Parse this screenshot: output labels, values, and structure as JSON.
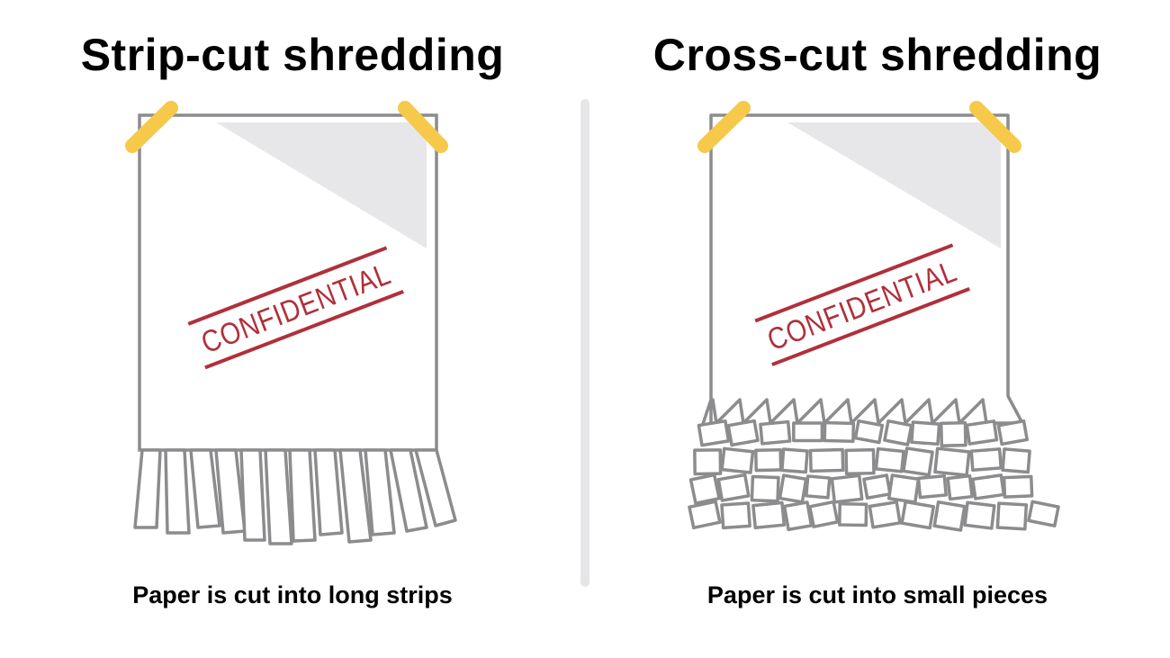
{
  "left": {
    "title": "Strip-cut shredding",
    "caption": "Paper is cut into long strips",
    "stamp": "CONFIDENTIAL"
  },
  "right": {
    "title": "Cross-cut shredding",
    "caption": "Paper is cut into small pieces",
    "stamp": "CONFIDENTIAL"
  },
  "colors": {
    "paper_outline": "#8c8c8e",
    "fold_fill": "#e7e7e9",
    "tape": "#f6c94b",
    "stamp": "#b0303a",
    "divider": "#e6e6e8"
  },
  "icons": [
    "paper-sheet-icon",
    "tape-icon",
    "confidential-stamp-icon",
    "paper-strip-icon",
    "paper-piece-icon"
  ]
}
